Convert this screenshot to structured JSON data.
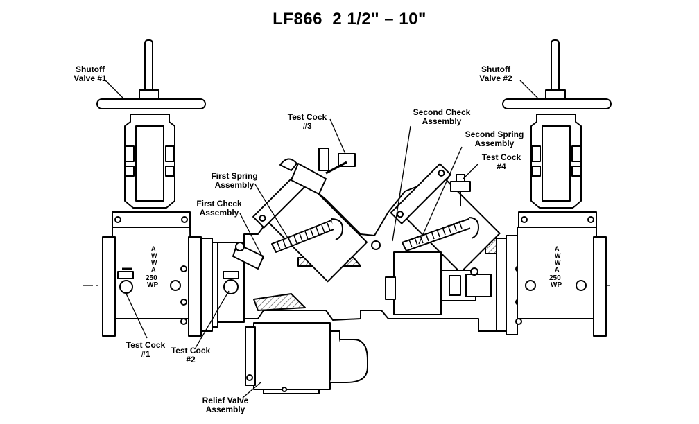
{
  "title": "LF866  2 1/2\" – 10\"",
  "labels": {
    "shutoff_valve_1": [
      "Shutoff",
      "Valve #1"
    ],
    "shutoff_valve_2": [
      "Shutoff",
      "Valve #2"
    ],
    "test_cock_3": [
      "Test Cock",
      "#3"
    ],
    "second_check_assembly": [
      "Second Check",
      "Assembly"
    ],
    "second_spring_assembly": [
      "Second Spring",
      "Assembly"
    ],
    "test_cock_4": [
      "Test Cock",
      "#4"
    ],
    "first_spring_assembly": [
      "First Spring",
      "Assembly"
    ],
    "first_check_assembly": [
      "First Check",
      "Assembly"
    ],
    "test_cock_1": [
      "Test Cock",
      "#1"
    ],
    "test_cock_2": [
      "Test Cock",
      "#2"
    ],
    "relief_valve_assembly": [
      "Relief Valve",
      "Assembly"
    ]
  },
  "markings": {
    "awwa": "AWWA",
    "rating_top": "250",
    "rating_bottom": "WP"
  },
  "colors": {
    "line": "#000000",
    "hatch": "#555555",
    "fill": "#ffffff"
  }
}
